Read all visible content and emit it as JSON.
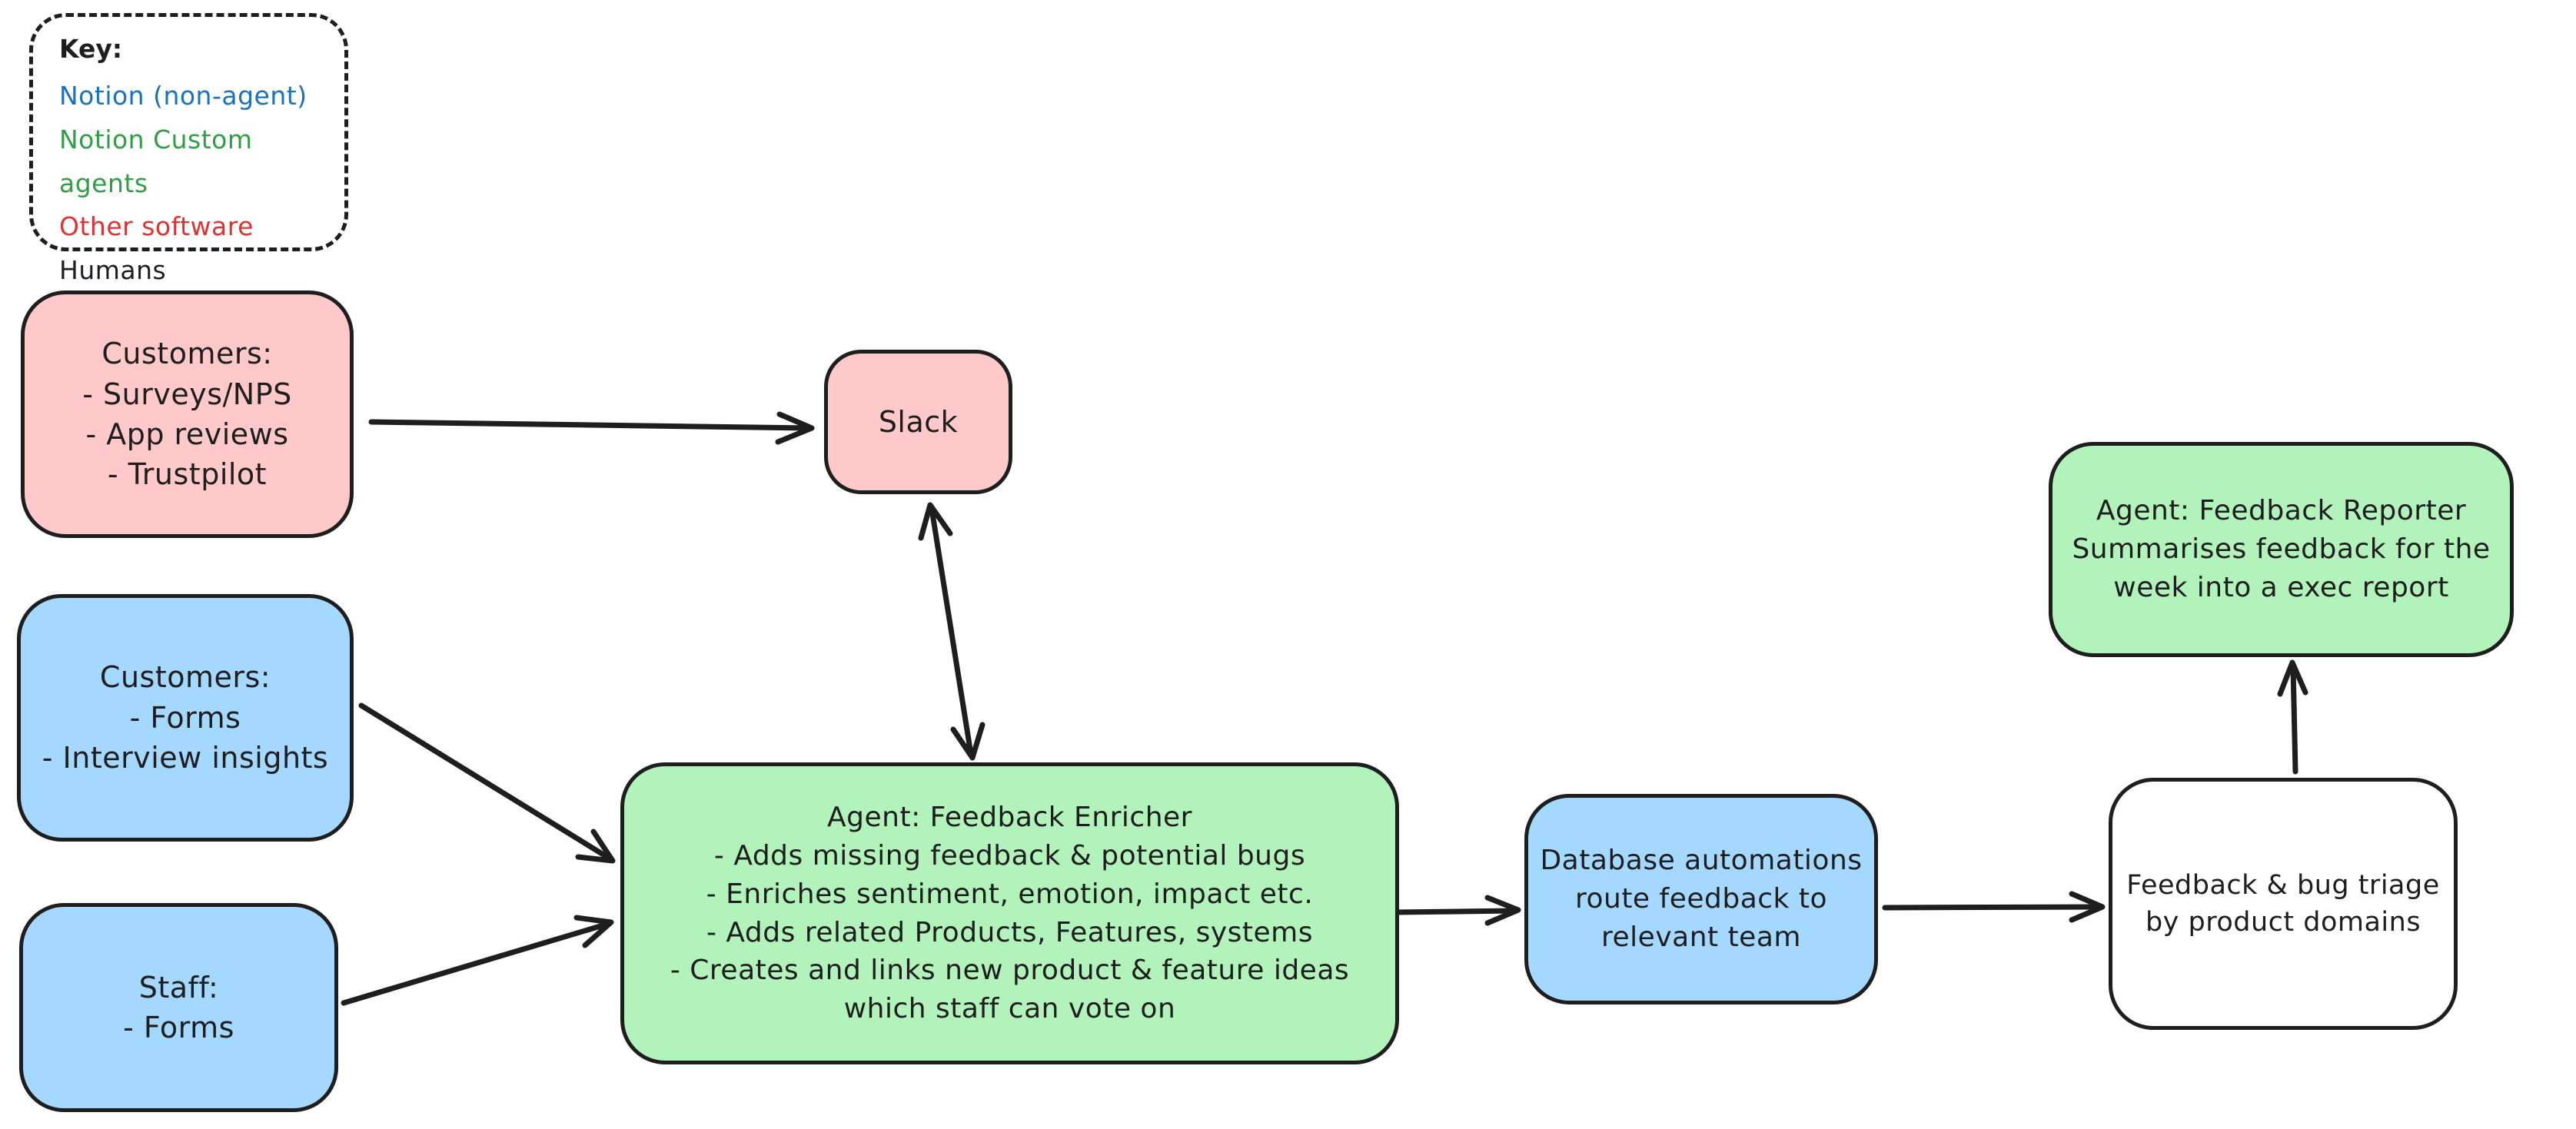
{
  "diagram": {
    "background": "#ffffff",
    "stroke_color": "#1e1e1e",
    "key": {
      "title": "Key:",
      "items": [
        {
          "label": "Notion (non-agent)",
          "color": "#1971c2"
        },
        {
          "label": "Notion Custom agents",
          "color": "#2f9e44"
        },
        {
          "label": "Other software",
          "color": "#e03131"
        },
        {
          "label": "Humans",
          "color": "#1e1e1e"
        }
      ]
    },
    "nodes": [
      {
        "id": "customers-sources",
        "category": "other-software",
        "fill": "#ffc9c9",
        "text": "Customers:\n- Surveys/NPS\n- App reviews\n- Trustpilot"
      },
      {
        "id": "slack",
        "category": "other-software",
        "fill": "#ffc9c9",
        "text": "Slack"
      },
      {
        "id": "customers-notion",
        "category": "notion-non-agent",
        "fill": "#a5d8ff",
        "text": "Customers:\n- Forms\n- Interview insights"
      },
      {
        "id": "staff-forms",
        "category": "notion-non-agent",
        "fill": "#a5d8ff",
        "text": "Staff:\n- Forms"
      },
      {
        "id": "feedback-enricher",
        "category": "notion-custom-agent",
        "fill": "#b2f2bb",
        "text": "Agent: Feedback Enricher\n- Adds missing feedback & potential bugs\n- Enriches sentiment, emotion, impact etc.\n- Adds related Products, Features, systems\n- Creates and links new product & feature ideas\nwhich staff can vote on"
      },
      {
        "id": "database-automations",
        "category": "notion-non-agent",
        "fill": "#a5d8ff",
        "text": "Database automations\nroute feedback to\nrelevant team"
      },
      {
        "id": "feedback-triage",
        "category": "humans",
        "fill": "#ffffff",
        "text": "Feedback & bug triage\nby product domains"
      },
      {
        "id": "feedback-reporter",
        "category": "notion-custom-agent",
        "fill": "#b2f2bb",
        "text": "Agent: Feedback Reporter\nSummarises feedback for the\nweek into a exec report"
      }
    ],
    "edges": [
      {
        "from": "customers-sources",
        "to": "slack",
        "arrows": "end"
      },
      {
        "from": "slack",
        "to": "feedback-enricher",
        "arrows": "both"
      },
      {
        "from": "customers-notion",
        "to": "feedback-enricher",
        "arrows": "end"
      },
      {
        "from": "staff-forms",
        "to": "feedback-enricher",
        "arrows": "end"
      },
      {
        "from": "feedback-enricher",
        "to": "database-automations",
        "arrows": "end"
      },
      {
        "from": "database-automations",
        "to": "feedback-triage",
        "arrows": "end"
      },
      {
        "from": "feedback-triage",
        "to": "feedback-reporter",
        "arrows": "end"
      }
    ]
  }
}
